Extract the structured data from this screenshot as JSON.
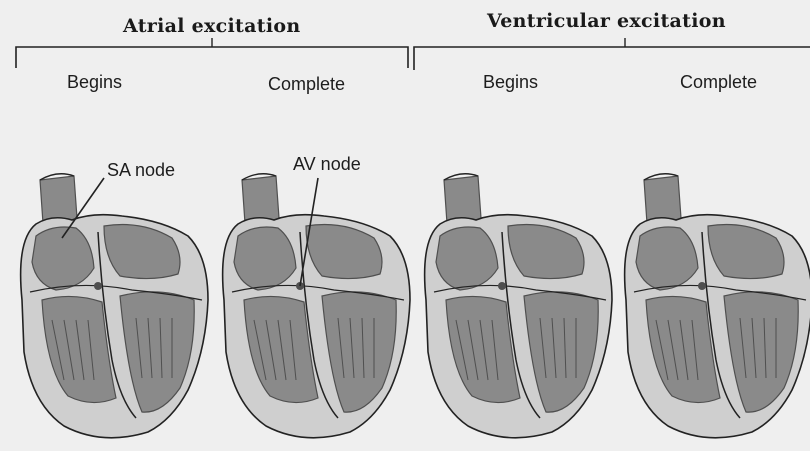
{
  "groups": [
    {
      "title": "Atrial excitation",
      "phases": [
        "Begins",
        "Complete"
      ]
    },
    {
      "title": "Ventricular excitation",
      "phases": [
        "Begins",
        "Complete"
      ]
    }
  ],
  "nodes": {
    "sa": "SA node",
    "av": "AV node"
  },
  "colors": {
    "background": "#efefef",
    "tissue": "#8a8a8a",
    "tissue_dark": "#4f4f4f",
    "tissue_light": "#cfcfcf",
    "line": "#222222"
  },
  "icons": [
    "heart-stage-1",
    "heart-stage-2",
    "heart-stage-3",
    "heart-stage-4"
  ]
}
